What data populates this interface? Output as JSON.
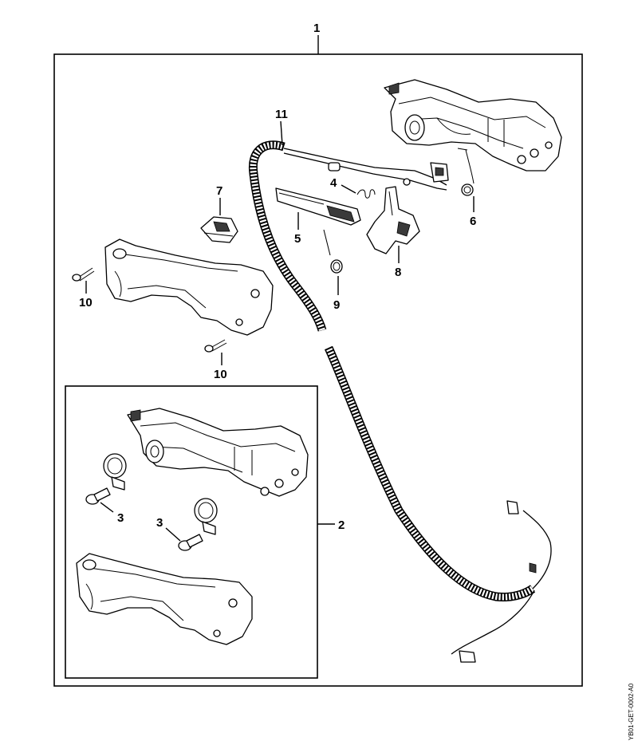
{
  "callouts": {
    "c1": "1",
    "c2": "2",
    "c3a": "3",
    "c3b": "3",
    "c4": "4",
    "c5": "5",
    "c6": "6",
    "c7": "7",
    "c8": "8",
    "c9": "9",
    "c10a": "10",
    "c10b": "10",
    "c11": "11"
  },
  "drawing_code": "YB01-GET-0002-A0"
}
